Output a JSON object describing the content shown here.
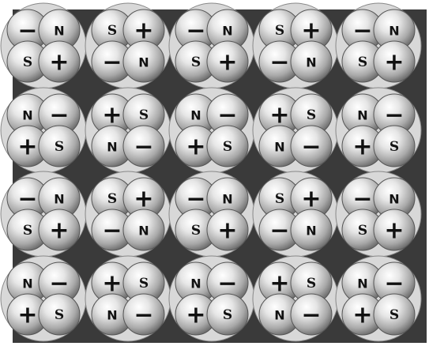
{
  "figure": {
    "background": "#3a3a3a",
    "cluster_fill": "#d8d8d8",
    "sphere_light": "#f4f4f4",
    "sphere_dark": "#7a7a7a",
    "text_color": "#111111"
  },
  "grid": {
    "rows": [
      [
        [
          "−",
          "N",
          "S",
          "+"
        ],
        [
          "S",
          "+",
          "−",
          "N"
        ],
        [
          "−",
          "N",
          "S",
          "+"
        ],
        [
          "S",
          "+",
          "−",
          "N"
        ],
        [
          "−",
          "N",
          "S",
          "+"
        ]
      ],
      [
        [
          "N",
          "−",
          "+",
          "S"
        ],
        [
          "+",
          "S",
          "N",
          "−"
        ],
        [
          "N",
          "−",
          "+",
          "S"
        ],
        [
          "+",
          "S",
          "N",
          "−"
        ],
        [
          "N",
          "−",
          "+",
          "S"
        ]
      ],
      [
        [
          "−",
          "N",
          "S",
          "+"
        ],
        [
          "S",
          "+",
          "−",
          "N"
        ],
        [
          "−",
          "N",
          "S",
          "+"
        ],
        [
          "S",
          "+",
          "−",
          "N"
        ],
        [
          "−",
          "N",
          "S",
          "+"
        ]
      ],
      [
        [
          "N",
          "−",
          "+",
          "S"
        ],
        [
          "+",
          "S",
          "N",
          "−"
        ],
        [
          "N",
          "−",
          "+",
          "S"
        ],
        [
          "+",
          "S",
          "N",
          "−"
        ],
        [
          "N",
          "−",
          "+",
          "S"
        ]
      ]
    ]
  }
}
